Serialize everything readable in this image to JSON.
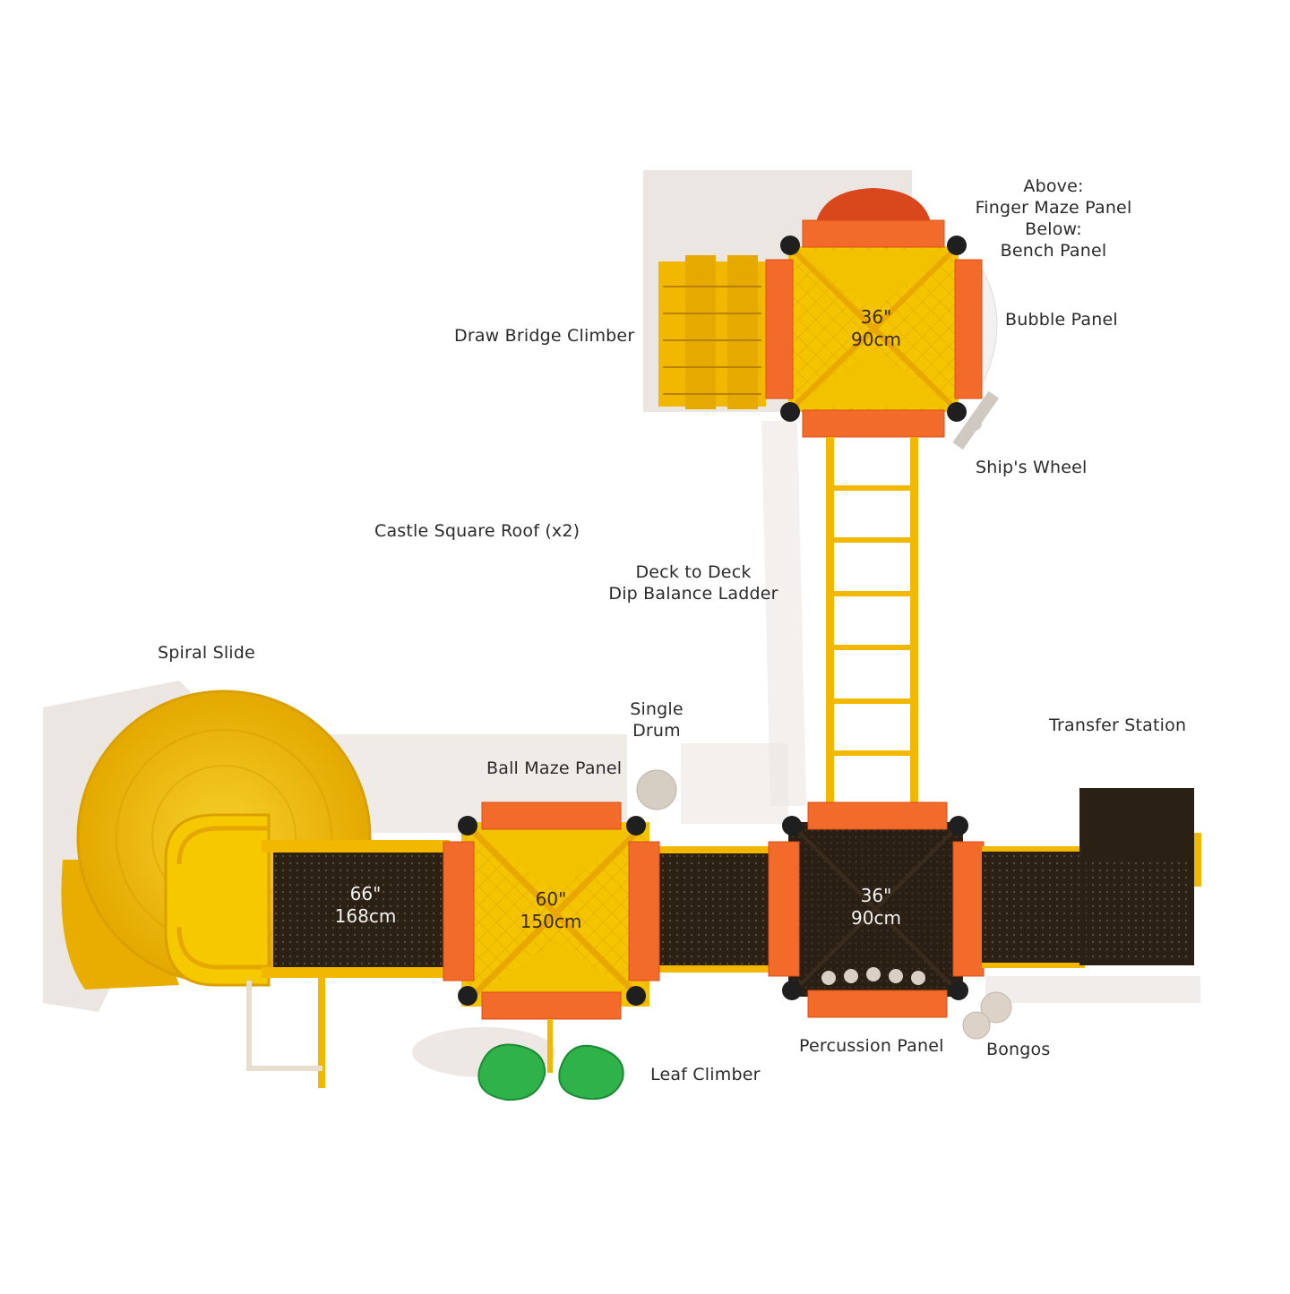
{
  "labels": {
    "above_finger_maze": [
      "Above:",
      "Finger Maze Panel",
      "Below:",
      "Bench Panel"
    ],
    "bubble_panel": "Bubble Panel",
    "draw_bridge_climber": "Draw Bridge Climber",
    "ships_wheel": "Ship's Wheel",
    "castle_square_roof": "Castle Square Roof (x2)",
    "deck_to_deck": [
      "Deck to Deck",
      "Dip Balance Ladder"
    ],
    "spiral_slide": "Spiral Slide",
    "single_drum": [
      "Single",
      "Drum"
    ],
    "transfer_station": "Transfer Station",
    "ball_maze_panel": "Ball Maze Panel",
    "percussion_panel": "Percussion Panel",
    "bongos": "Bongos",
    "leaf_climber": "Leaf Climber"
  },
  "dimensions": {
    "top_deck": [
      "36\"",
      "90cm"
    ],
    "slide_bridge": [
      "66\"",
      "168cm"
    ],
    "left_deck": [
      "60\"",
      "150cm"
    ],
    "right_deck": [
      "36\"",
      "90cm"
    ]
  },
  "colors": {
    "yellow": "#f5c400",
    "deep_yellow": "#e0a800",
    "orange": "#f26b2a",
    "red_orange": "#d9481c",
    "dark_deck": "#2b2014",
    "green": "#2fb24a",
    "shadow": "#e6e1dc"
  }
}
